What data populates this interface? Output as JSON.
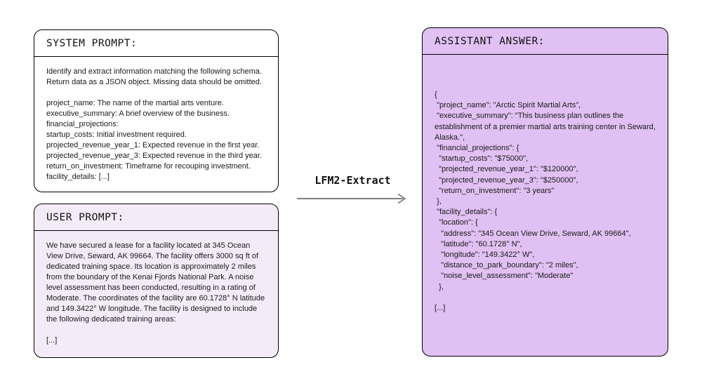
{
  "colors": {
    "system_panel_bg": "#ffffff",
    "user_panel_bg": "#f3ecf8",
    "assistant_panel_bg": "#e1c0f3",
    "panel_border": "#000000",
    "arrow": "#808080",
    "text": "#1a1a1a"
  },
  "system_panel": {
    "title": "SYSTEM PROMPT:",
    "body": "Identify and extract information matching the following schema.\nReturn data as a JSON object. Missing data should be omitted.\n\nproject_name: The name of the martial arts venture.\nexecutive_summary: A brief overview of the business.\nfinancial_projections:\nstartup_costs: Initial investment required.\nprojected_revenue_year_1: Expected revenue in the first year.\nprojected_revenue_year_3: Expected revenue in the third year.\nreturn_on_investment: Timeframe for recouping investment.\nfacility_details: [...]"
  },
  "user_panel": {
    "title": "USER PROMPT:",
    "body": "We have secured a lease for a facility located at 345 Ocean View Drive, Seward, AK 99664. The facility offers 3000 sq ft of dedicated training space. Its location is approximately 2 miles from the boundary of the Kenai Fjords National Park. A noise level assessment has been conducted, resulting in a rating of Moderate. The coordinates of the facility are 60.1728° N latitude and 149.3422° W longitude. The facility is designed to include the following dedicated training areas:\n\n[...]"
  },
  "connector": {
    "model_label": "LFM2-Extract"
  },
  "assistant_panel": {
    "title": "ASSISTANT ANSWER:",
    "body": "{\n \"project_name\": \"Arctic Spirit Martial Arts\",\n \"executive_summary\": \"This business plan outlines the establishment of a premier martial arts training center in Seward, Alaska.\",\n \"financial_projections\": {\n  \"startup_costs\": \"$75000\",\n  \"projected_revenue_year_1\": \"$120000\",\n  \"projected_revenue_year_3\": \"$250000\",\n  \"return_on_investment\": \"3 years\"\n },\n \"facility_details\": {\n  \"location\": {\n   \"address\": \"345 Ocean View Drive, Seward, AK 99664\",\n   \"latitude\": \"60.1728° N\",\n   \"longitude\": \"149.3422° W\",\n   \"distance_to_park_boundary\": \"2 miles\",\n   \"noise_level_assessment\": \"Moderate\"\n  },\n\n[...]"
  }
}
